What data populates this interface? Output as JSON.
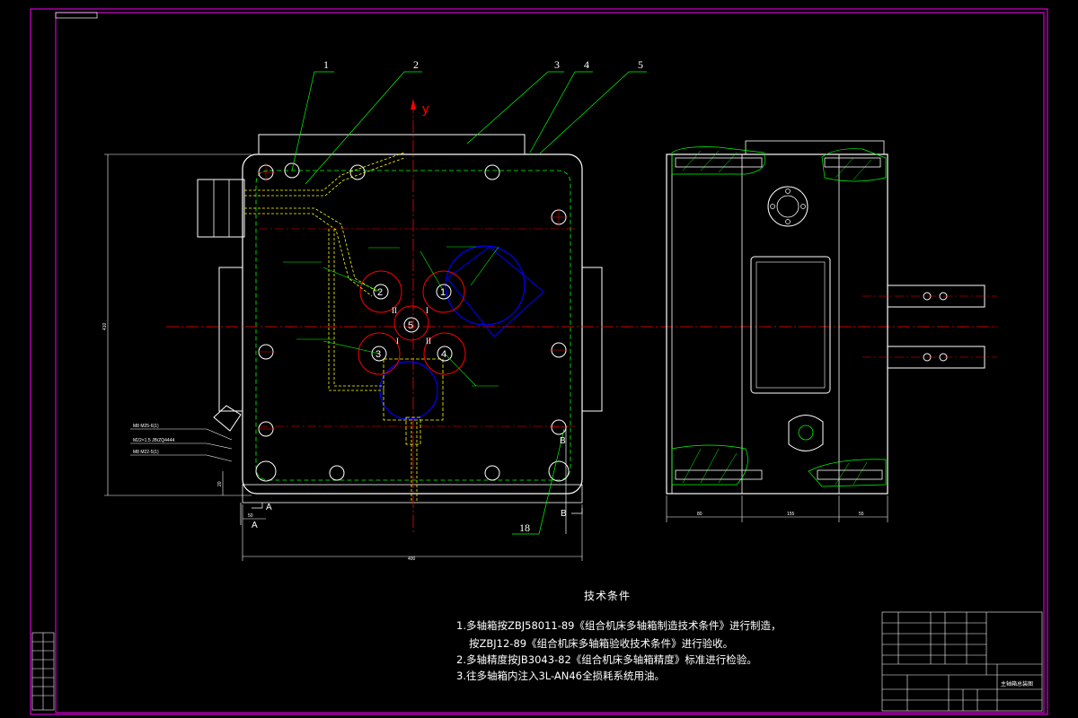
{
  "balloons": [
    "1",
    "2",
    "3",
    "4",
    "5",
    "18"
  ],
  "axis_label": "y",
  "section_markers": [
    "A",
    "A",
    "B",
    "B"
  ],
  "spindle_numbers": [
    "1",
    "2",
    "3",
    "4",
    "5"
  ],
  "roman_marks": [
    "II",
    "I",
    "I",
    "II"
  ],
  "dimensions": {
    "height": "410",
    "bottom_offset": "20",
    "left_offset": "50",
    "width": "400",
    "side_1": "80",
    "side_2": "155",
    "side_3": "55"
  },
  "callouts": [
    "M8 M25-6(1)",
    "M22×1.5 JB/ZQ4444",
    "M8 M22-5(1)"
  ],
  "tech_notes": {
    "title": "技术条件",
    "lines": [
      "1.多轴箱按ZBJ58011-89《组合机床多轴箱制造技术条件》进行制造，",
      "按ZBJ12-89《组合机床多轴箱验收技术条件》进行验收。",
      "2.多轴精度按JB3043-82《组合机床多轴箱精度》标准进行检验。",
      "3.往多轴箱内注入3L-AN46全损耗系统用油。"
    ]
  },
  "title_block": {
    "drawing_name": "主轴箱总装图"
  },
  "colors": {
    "border": "#ff00ff",
    "outline": "#ffffff",
    "hidden": "#00ff00",
    "centerline": "#ff0000",
    "pipe": "#ffff00",
    "hatch": "#00ff00",
    "gear": "#0000ff"
  }
}
